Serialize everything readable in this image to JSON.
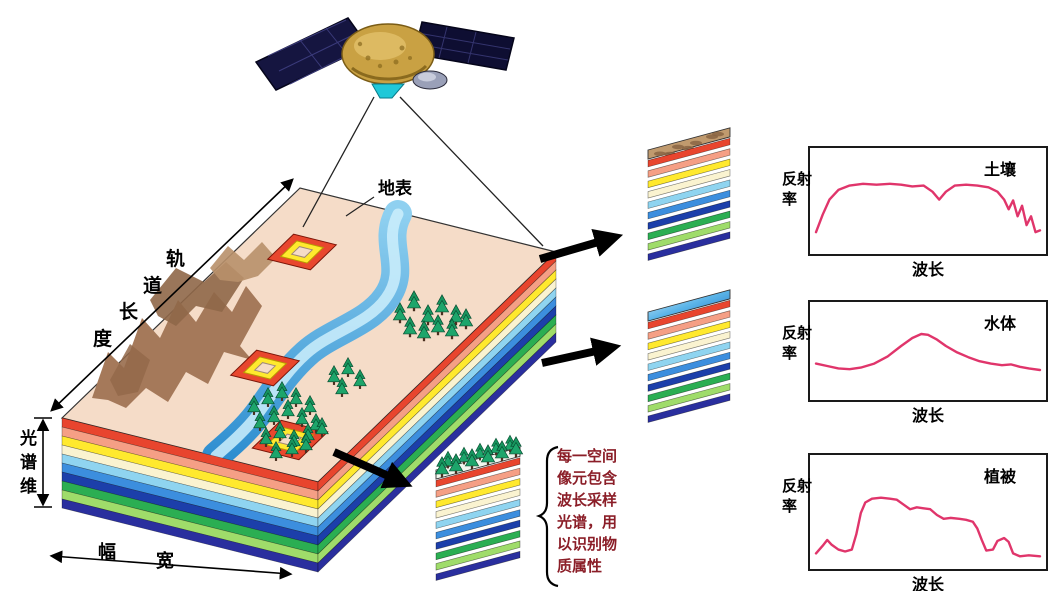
{
  "diagram": {
    "surface_label": "地表",
    "orbit_length_label": "轨道长度",
    "orbit_length_chars": [
      "轨",
      "道",
      "长",
      "度"
    ],
    "spectral_dim_label": "光谱维",
    "spectral_dim_chars": [
      "光",
      "谱",
      "维"
    ],
    "swath_label": "幅宽",
    "swath_chars": [
      "幅",
      "宽"
    ],
    "annotation_text": "每一空间像元包含波长采样光谱，用以识别物质属性",
    "annotation_lines": [
      "每一空间",
      "像元包含",
      "波长采样",
      "光谱，用",
      "以识别物",
      "质属性"
    ]
  },
  "mini_stacks": [
    {
      "name": "soil-pixel-stack",
      "feature": "soil"
    },
    {
      "name": "water-pixel-stack",
      "feature": "water"
    },
    {
      "name": "vegetation-pixel-stack",
      "feature": "vegetation"
    }
  ],
  "charts": [
    {
      "title": "土壤",
      "ylabel": "反射率",
      "xlabel": "波长"
    },
    {
      "title": "水体",
      "ylabel": "反射率",
      "xlabel": "波长"
    },
    {
      "title": "植被",
      "ylabel": "反射率",
      "xlabel": "波长"
    }
  ],
  "chart_data": [
    {
      "type": "line",
      "title": "土壤",
      "xlabel": "波长",
      "ylabel": "反射率",
      "x_range": [
        0,
        100
      ],
      "y_range": [
        0,
        100
      ],
      "ticks_labeled": false,
      "grid": false,
      "line_color": "#e0356b",
      "series": [
        {
          "name": "soil-reflectance",
          "points": [
            [
              0,
              18
            ],
            [
              3,
              38
            ],
            [
              6,
              55
            ],
            [
              10,
              66
            ],
            [
              15,
              71
            ],
            [
              21,
              73
            ],
            [
              27,
              72
            ],
            [
              33,
              73
            ],
            [
              38,
              72
            ],
            [
              43,
              70
            ],
            [
              48,
              71
            ],
            [
              52,
              64
            ],
            [
              55,
              55
            ],
            [
              58,
              64
            ],
            [
              62,
              71
            ],
            [
              67,
              72
            ],
            [
              72,
              71
            ],
            [
              77,
              69
            ],
            [
              81,
              64
            ],
            [
              84,
              55
            ],
            [
              86,
              44
            ],
            [
              88,
              54
            ],
            [
              90,
              36
            ],
            [
              92,
              48
            ],
            [
              94,
              26
            ],
            [
              96,
              36
            ],
            [
              98,
              18
            ],
            [
              100,
              20
            ]
          ]
        }
      ]
    },
    {
      "type": "line",
      "title": "水体",
      "xlabel": "波长",
      "ylabel": "反射率",
      "x_range": [
        0,
        100
      ],
      "y_range": [
        0,
        100
      ],
      "ticks_labeled": false,
      "grid": false,
      "line_color": "#e0356b",
      "series": [
        {
          "name": "water-reflectance",
          "points": [
            [
              0,
              38
            ],
            [
              5,
              35
            ],
            [
              10,
              32
            ],
            [
              15,
              31
            ],
            [
              20,
              33
            ],
            [
              26,
              38
            ],
            [
              32,
              47
            ],
            [
              38,
              60
            ],
            [
              43,
              70
            ],
            [
              47,
              75
            ],
            [
              50,
              74
            ],
            [
              54,
              68
            ],
            [
              58,
              60
            ],
            [
              63,
              52
            ],
            [
              68,
              46
            ],
            [
              73,
              41
            ],
            [
              78,
              38
            ],
            [
              83,
              36
            ],
            [
              87,
              37
            ],
            [
              91,
              34
            ],
            [
              95,
              32
            ],
            [
              100,
              30
            ]
          ]
        }
      ]
    },
    {
      "type": "line",
      "title": "植被",
      "xlabel": "波长",
      "ylabel": "反射率",
      "x_range": [
        0,
        100
      ],
      "y_range": [
        0,
        100
      ],
      "ticks_labeled": false,
      "grid": false,
      "line_color": "#e0356b",
      "series": [
        {
          "name": "vegetation-reflectance",
          "points": [
            [
              0,
              10
            ],
            [
              3,
              18
            ],
            [
              5,
              24
            ],
            [
              7,
              19
            ],
            [
              10,
              14
            ],
            [
              13,
              12
            ],
            [
              16,
              14
            ],
            [
              18,
              30
            ],
            [
              20,
              52
            ],
            [
              22,
              63
            ],
            [
              25,
              67
            ],
            [
              29,
              68
            ],
            [
              33,
              67
            ],
            [
              36,
              66
            ],
            [
              39,
              61
            ],
            [
              42,
              56
            ],
            [
              45,
              58
            ],
            [
              48,
              57
            ],
            [
              51,
              56
            ],
            [
              54,
              50
            ],
            [
              57,
              46
            ],
            [
              60,
              47
            ],
            [
              64,
              46
            ],
            [
              67,
              45
            ],
            [
              70,
              43
            ],
            [
              72,
              36
            ],
            [
              74,
              24
            ],
            [
              76,
              13
            ],
            [
              79,
              14
            ],
            [
              81,
              23
            ],
            [
              84,
              26
            ],
            [
              86,
              22
            ],
            [
              88,
              10
            ],
            [
              91,
              7
            ],
            [
              95,
              8
            ],
            [
              100,
              7
            ]
          ]
        }
      ]
    }
  ],
  "colors": {
    "spectral_layers": [
      "#e8452e",
      "#f59f85",
      "#ffe92e",
      "#faf3d0",
      "#8fd4f0",
      "#3c8ede",
      "#1c3faa",
      "#2bae52",
      "#9fdc6a",
      "#2a2f9e"
    ],
    "terrain_surface": "#f5dcc8",
    "mountain": "#a5795a",
    "river": "#4aa8e0",
    "tree": "#1da56b",
    "curve": "#e0356b",
    "annotation_text": "#8b1e28",
    "frame_outer": "#e8472e",
    "frame_mid": "#ffe92e"
  }
}
